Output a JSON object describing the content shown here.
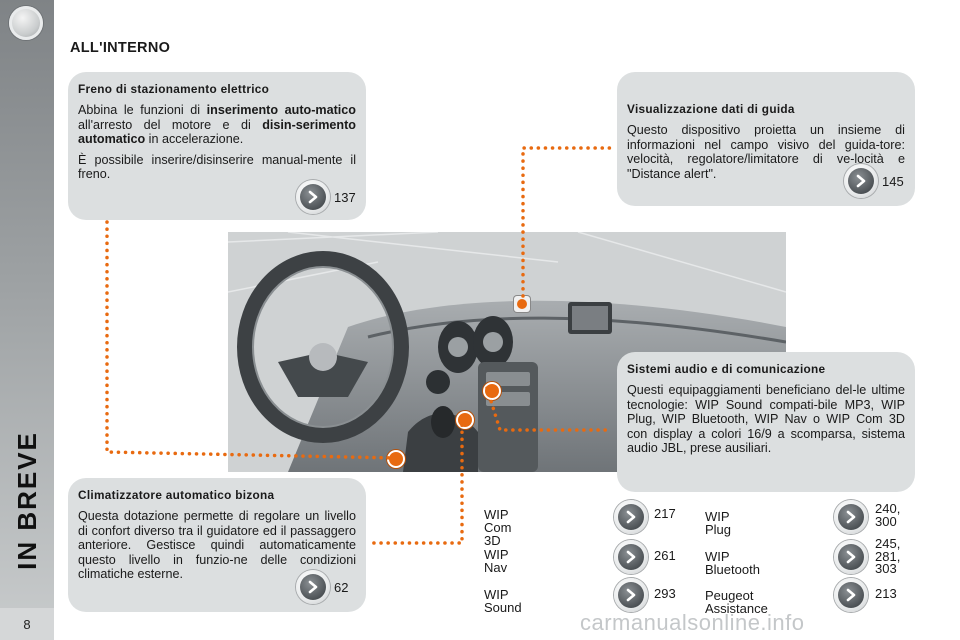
{
  "sidebar": {
    "vertical_title": "IN BREVE",
    "page_number": "8"
  },
  "heading": "ALL'INTERNO",
  "freno": {
    "title": "Freno di stazionamento elettrico",
    "p1_a": "Abbina le funzioni di ",
    "p1_b": "inserimento auto-matico",
    "p1_c": " all'arresto del motore e di ",
    "p1_d": "disin-serimento automatico",
    "p1_e": " in accelerazione.",
    "p2": "È possibile inserire/disinserire manual-mente il freno.",
    "page": "137"
  },
  "visualizzazione": {
    "title": "Visualizzazione dati di guida",
    "text": "Questo dispositivo proietta un insieme di informazioni nel campo visivo del guida-tore: velocità, regolatore/limitatore di ve-locità e \"Distance alert\".",
    "page": "145"
  },
  "sistemi": {
    "title": "Sistemi audio e di comunicazione",
    "text": "Questi equipaggiamenti beneficiano del-le ultime tecnologie: WIP Sound compati-bile MP3, WIP Plug, WIP Bluetooth, WIP Nav o WIP Com 3D con display a colori 16/9 a scomparsa, sistema audio JBL, prese ausiliari."
  },
  "clima": {
    "title": "Climatizzatore automatico bizona",
    "text": "Questa dotazione permette di regolare un livello di confort diverso tra il guidatore ed il passaggero anteriore. Gestisce quindi automaticamente questo livello in funzio-ne delle condizioni climatiche esterne.",
    "page": "62"
  },
  "audio_items": [
    {
      "label": "WIP Com 3D",
      "page": "217"
    },
    {
      "label": "WIP Nav",
      "page": "261"
    },
    {
      "label": "WIP Sound",
      "page": "293"
    },
    {
      "label": "WIP Plug",
      "page": "240,\n300"
    },
    {
      "label": "WIP Bluetooth",
      "page": "245,\n281,\n303"
    },
    {
      "label": "Peugeot\nAssistance",
      "page": "213"
    }
  ],
  "watermark": "carmanualsonline.info",
  "colors": {
    "accent": "#e86a10",
    "box": "#dcdfe0",
    "sidebar": "#9ea2a4"
  },
  "icons": {
    "reference": "arrow-right-icon",
    "marker": "location-marker-icon"
  }
}
